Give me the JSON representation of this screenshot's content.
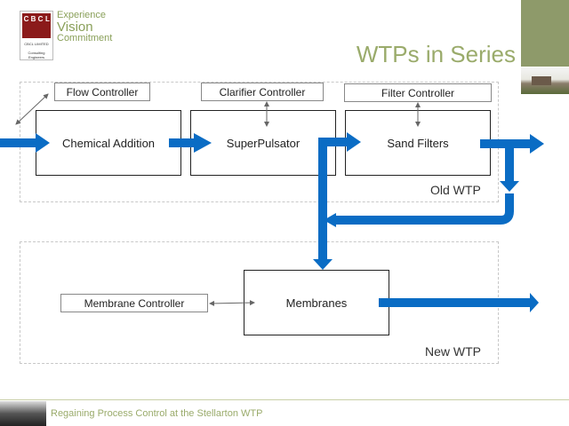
{
  "header": {
    "logo": {
      "letters": [
        "C",
        "B",
        "C",
        "L"
      ],
      "company": "CBCL LIMITED",
      "tagline_small": "Consulting Engineers"
    },
    "tagline": [
      "Experience",
      "Vision",
      "Commitment"
    ],
    "title": "WTPs in Series"
  },
  "regions": {
    "old": {
      "label": "Old WTP"
    },
    "new": {
      "label": "New WTP"
    }
  },
  "processes": {
    "chemical": "Chemical Addition",
    "superpulsator": "SuperPulsator",
    "sand": "Sand Filters",
    "membranes": "Membranes"
  },
  "controllers": {
    "flow": "Flow Controller",
    "clarifier": "Clarifier Controller",
    "filter": "Filter Controller",
    "membrane": "Membrane Controller"
  },
  "colors": {
    "flow_blue": "#0a6cc4",
    "accent_olive": "#9aab6b"
  },
  "footer": {
    "text": "Regaining Process Control at the Stellarton WTP"
  }
}
